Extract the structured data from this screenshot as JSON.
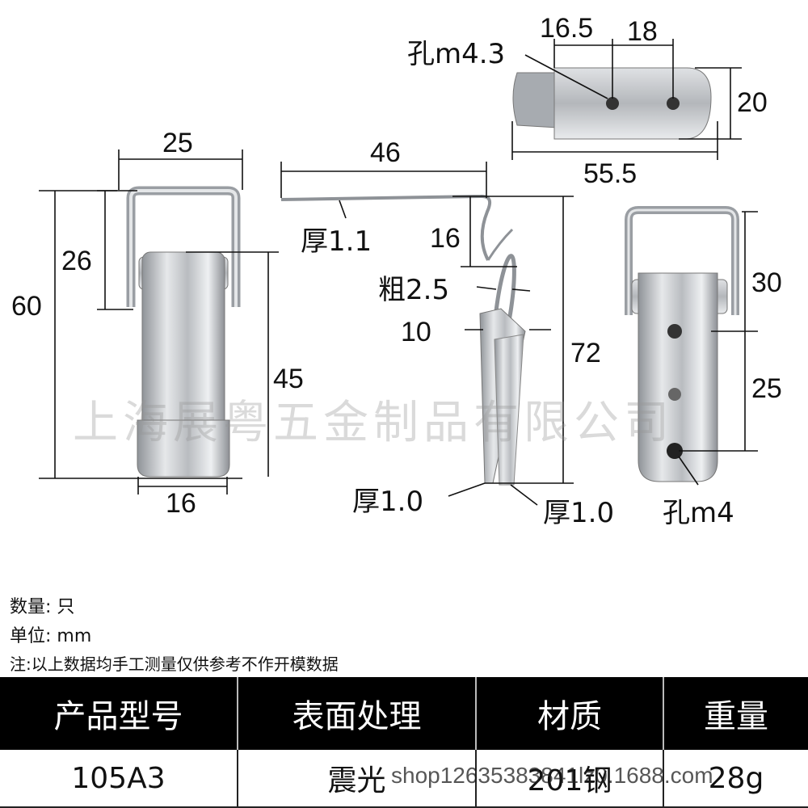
{
  "dimensions": {
    "front_width_top": "25",
    "front_height_total": "60",
    "front_loop_height": "26",
    "front_body_height": "45",
    "front_width_bottom": "16",
    "side_length": "46",
    "side_thickness_top": "厚1.1",
    "side_offset": "16",
    "side_wire": "粗2.5",
    "side_gap": "10",
    "side_height": "72",
    "side_thickness_bottom_left": "厚1.0",
    "side_thickness_bottom_right": "厚1.0",
    "catch_hole": "孔m4.3",
    "catch_spacing_a": "16.5",
    "catch_spacing_b": "18",
    "catch_height": "20",
    "catch_length": "55.5",
    "back_upper": "30",
    "back_lower": "25",
    "back_hole": "孔m4"
  },
  "watermark": "上海展粤五金制品有限公司",
  "specs": {
    "quantity": "数量: 只",
    "unit": "单位: mm",
    "note": "注:以上数据均手工测量仅供参考不作开模数据"
  },
  "table": {
    "headers": [
      "产品型号",
      "表面处理",
      "材质",
      "重量"
    ],
    "row": [
      "105A3",
      "震光",
      "201钢",
      "28g"
    ]
  },
  "shop_url": "shop12635383841lz0.1688.com"
}
